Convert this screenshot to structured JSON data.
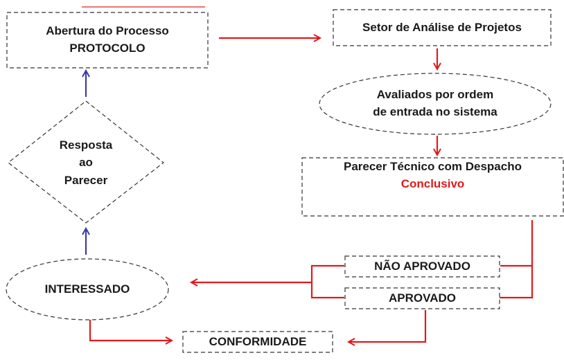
{
  "nodes": {
    "abertura": {
      "line1": "Abertura do Processo",
      "line2": "PROTOCOLO"
    },
    "setor": {
      "label": "Setor de Análise de Projetos"
    },
    "avaliados": {
      "line1": "Avaliados por ordem",
      "line2": "de entrada no sistema"
    },
    "parecer": {
      "line1": "Parecer Técnico com Despacho",
      "line2": "Conclusivo"
    },
    "resposta": {
      "line1": "Resposta",
      "line2": "ao",
      "line3": "Parecer"
    },
    "nao_aprovado": {
      "label": "NÃO APROVADO"
    },
    "aprovado": {
      "label": "APROVADO"
    },
    "interessado": {
      "label": "INTERESSADO"
    },
    "conformidade": {
      "label": "CONFORMIDADE"
    }
  },
  "colors": {
    "flow_red": "#e0191b",
    "flow_blue": "#3a3aa8",
    "node_border": "#333333",
    "text": "#1a1a1a"
  }
}
